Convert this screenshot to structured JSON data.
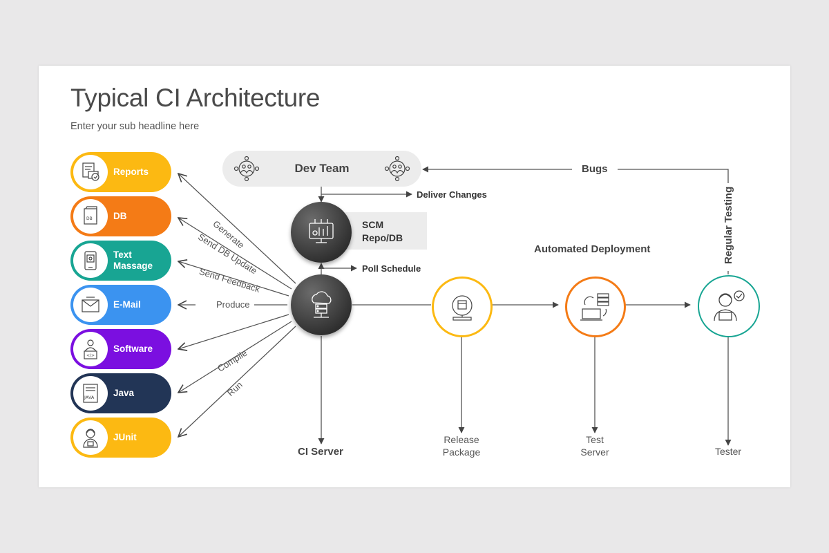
{
  "title": "Typical CI Architecture",
  "subtitle": "Enter your sub headline here",
  "outputs": [
    {
      "label": "Reports",
      "color": "#fcb912",
      "icon": "reports-icon"
    },
    {
      "label": "DB",
      "color": "#f47b16",
      "icon": "database-icon"
    },
    {
      "label": "Text\nMassage",
      "color": "#18a593",
      "icon": "text-message-icon"
    },
    {
      "label": "E-Mail",
      "color": "#3b93f0",
      "icon": "email-icon"
    },
    {
      "label": "Software",
      "color": "#7b0fe0",
      "icon": "software-developer-icon"
    },
    {
      "label": "Java",
      "color": "#223556",
      "icon": "java-file-icon"
    },
    {
      "label": "JUnit",
      "color": "#fcb912",
      "icon": "junit-tester-icon"
    }
  ],
  "edge_labels": {
    "generate": "Generate",
    "send_db_update": "Send DB Update",
    "send_feedback": "Send Feedback",
    "produce": "Produce",
    "compile": "Compile",
    "run": "Run"
  },
  "dev_team": "Dev Team",
  "bugs": "Bugs",
  "deliver_changes": "Deliver Changes",
  "scm": "SCM\nRepo/DB",
  "poll_schedule": "Poll Schedule",
  "automated_deployment": "Automated Deployment",
  "regular_testing": "Regular Testing",
  "ci_server": "CI Server",
  "release_package": "Release\nPackage",
  "test_server": "Test\nServer",
  "tester": "Tester",
  "colors": {
    "yellow": "#fcb912",
    "orange": "#f47b16",
    "teal": "#18a593",
    "dark": "#3a3a3a"
  }
}
